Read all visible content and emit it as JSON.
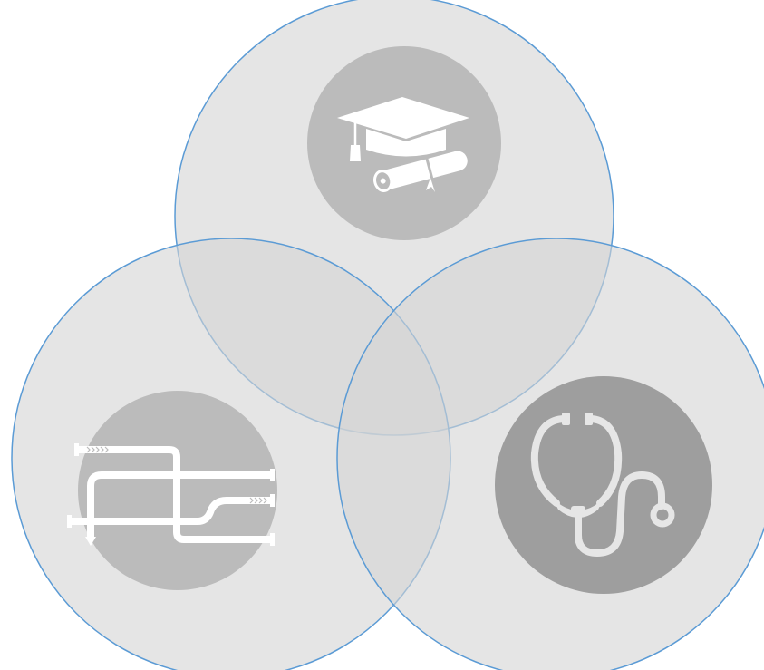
{
  "diagram": {
    "type": "venn-three-circles",
    "circle_fill": "#d4d4d4",
    "circle_fill_opacity": 0.6,
    "circle_stroke": "#5b9bd5",
    "badge_colors": {
      "education": "#bbbbbb",
      "engineering": "#bbbbbb",
      "healthcare": "#9e9e9e"
    },
    "icon_color": "#ffffff",
    "sets": [
      {
        "id": "top",
        "icon": "graduation-cap-icon"
      },
      {
        "id": "bottom-left",
        "icon": "pipes-icon"
      },
      {
        "id": "bottom-right",
        "icon": "stethoscope-icon"
      }
    ]
  }
}
